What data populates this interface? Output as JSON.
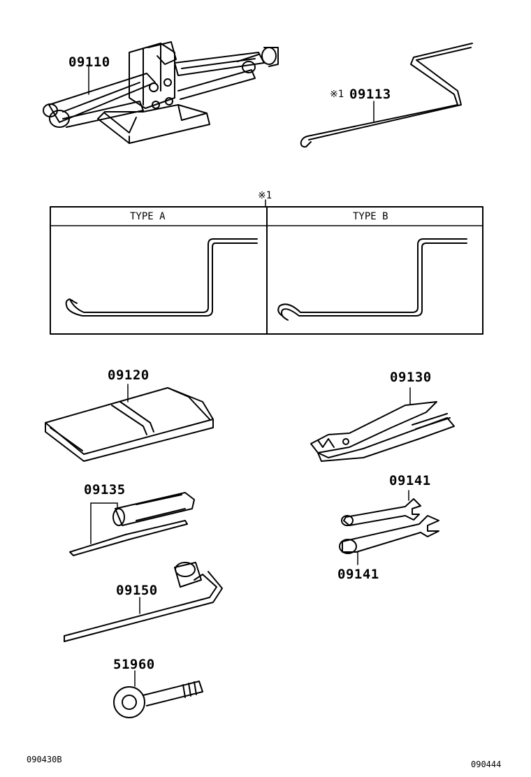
{
  "parts": {
    "jack": "09110",
    "jack_handle": "09113",
    "tool_bag": "09120",
    "pliers": "09130",
    "screwdriver": "09135",
    "wrench_upper": "09141",
    "wrench_lower": "09141",
    "wheel_nut_wrench": "09150",
    "towing_eye": "51960"
  },
  "notes": {
    "jack_handle_note": "※1",
    "table_note": "※1"
  },
  "variants_table": {
    "type_a": "TYPE A",
    "type_b": "TYPE B"
  },
  "footer": {
    "left_code": "090430B",
    "right_code": "090444"
  }
}
